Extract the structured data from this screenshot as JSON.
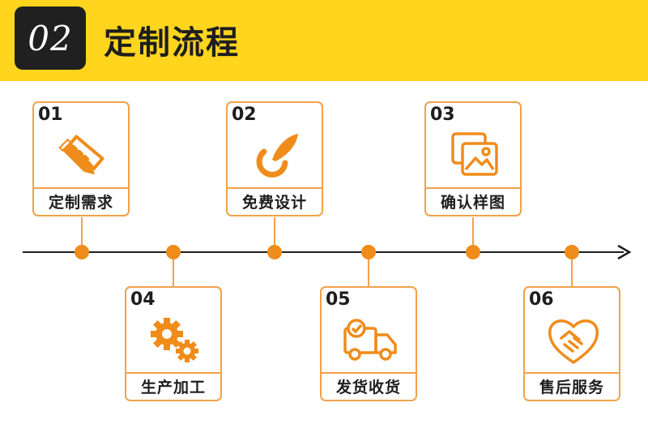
{
  "header": {
    "number": "02",
    "title": "定制流程"
  },
  "accent_color": "#F08C1A",
  "steps": [
    {
      "num": "01",
      "label": "定制需求",
      "icon": "pencil-ruler-icon"
    },
    {
      "num": "02",
      "label": "免费设计",
      "icon": "feather-quill-icon"
    },
    {
      "num": "03",
      "label": "确认样图",
      "icon": "image-gallery-icon"
    },
    {
      "num": "04",
      "label": "生产加工",
      "icon": "gears-icon"
    },
    {
      "num": "05",
      "label": "发货收货",
      "icon": "delivery-truck-icon"
    },
    {
      "num": "06",
      "label": "售后服务",
      "icon": "handshake-heart-icon"
    }
  ]
}
